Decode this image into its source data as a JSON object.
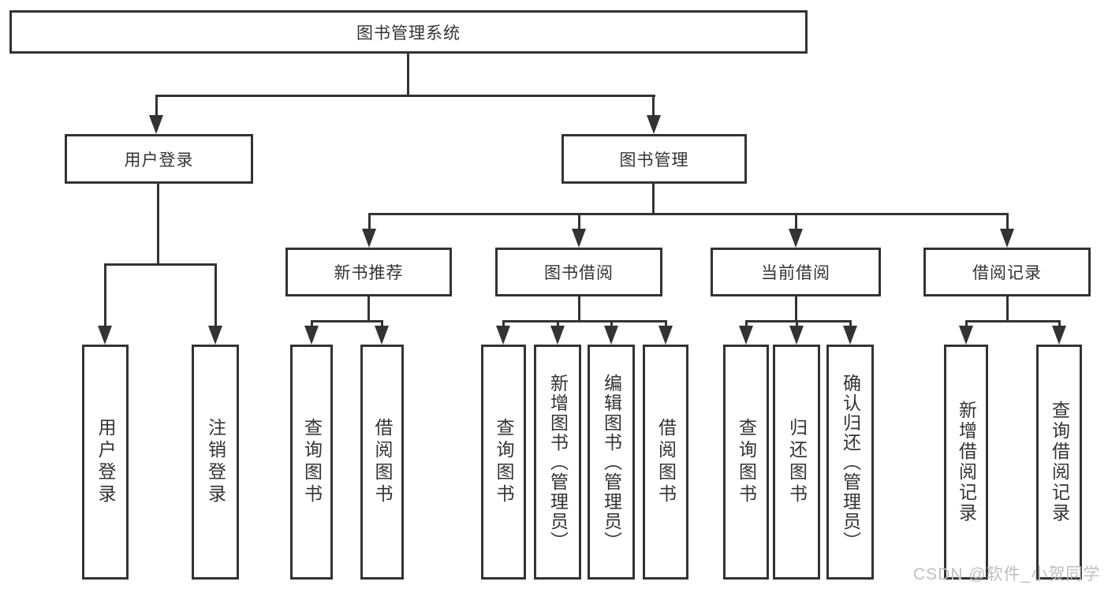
{
  "diagram_title": "图书管理系统",
  "tree": {
    "root": {
      "label": "图书管理系统",
      "children": [
        {
          "label": "用户登录",
          "children": [
            {
              "label": "用户登录"
            },
            {
              "label": "注销登录"
            }
          ]
        },
        {
          "label": "图书管理",
          "children": [
            {
              "label": "新书推荐",
              "children": [
                {
                  "label": "查询图书"
                },
                {
                  "label": "借阅图书"
                }
              ]
            },
            {
              "label": "图书借阅",
              "children": [
                {
                  "label": "查询图书"
                },
                {
                  "label": "新增图书（管理员）"
                },
                {
                  "label": "编辑图书（管理员）"
                },
                {
                  "label": "借阅图书"
                }
              ]
            },
            {
              "label": "当前借阅",
              "children": [
                {
                  "label": "查询图书"
                },
                {
                  "label": "归还图书"
                },
                {
                  "label": "确认归还（管理员）"
                }
              ]
            },
            {
              "label": "借阅记录",
              "children": [
                {
                  "label": "新增借阅记录"
                },
                {
                  "label": "查询借阅记录"
                }
              ]
            }
          ]
        }
      ]
    }
  },
  "watermark": {
    "text": "CSDN @软件_小贺同学"
  },
  "colors": {
    "line": "#333333",
    "text": "#333333",
    "box_fill": "#ffffff",
    "background": "#ffffff",
    "watermark": "#bfbfbf"
  }
}
